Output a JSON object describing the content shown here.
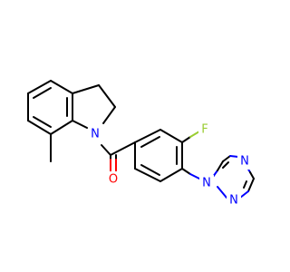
{
  "colors": {
    "carbon_bond": "#000000",
    "nitrogen": "#0000ff",
    "oxygen": "#ff0000",
    "fluorine": "#9acd32",
    "background": "#ffffff"
  },
  "atoms": {
    "indoline_n": "N",
    "carbonyl_o": "O",
    "fluoro_f": "F",
    "triazole_n1": "N",
    "triazole_n2": "N",
    "triazole_n4": "N"
  }
}
